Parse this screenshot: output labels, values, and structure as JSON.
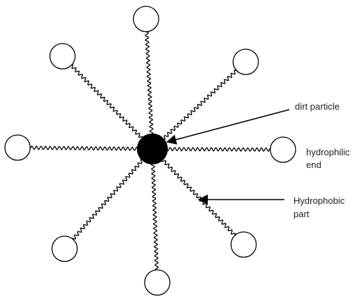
{
  "diagram": {
    "labels": {
      "dirt_particle": "dirt particle",
      "hydrophilic_line1": "hydrophilic",
      "hydrophilic_line2": "end",
      "hydrophobic_line1": "Hydrophobic",
      "hydrophobic_line2": "part"
    },
    "colors": {
      "stroke": "#000000",
      "head_fill": "#ffffff",
      "core_fill": "#000000",
      "text": "#222222"
    },
    "molecule_count": 8
  }
}
